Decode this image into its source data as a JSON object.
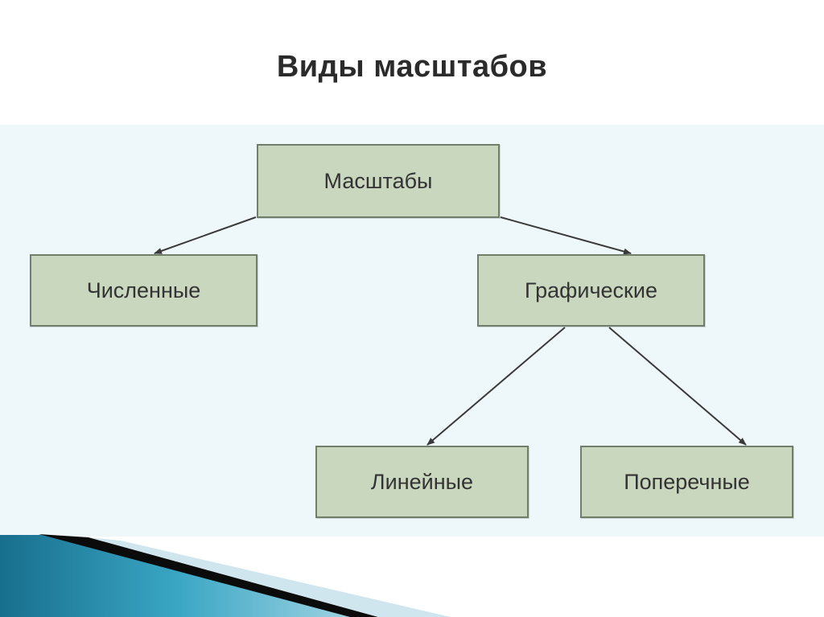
{
  "slide": {
    "title": "Виды масштабов"
  },
  "diagram": {
    "root": "Масштабы",
    "numeric": "Численные",
    "graphic": "Графические",
    "linear": "Линейные",
    "transverse": "Поперечные"
  },
  "colors": {
    "box_fill": "#c9d7bf",
    "box_border": "#6f7f6a",
    "panel_background": "#eef8fb",
    "arrow": "#3a3a3a",
    "decor_teal": "#1f7f9f",
    "decor_dark": "#0b0b0b"
  }
}
